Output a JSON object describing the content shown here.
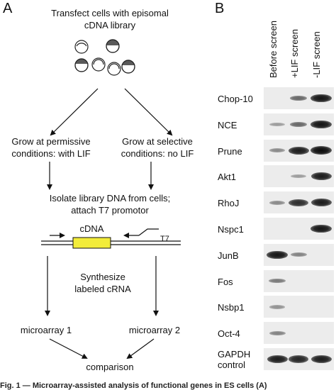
{
  "panel_a": {
    "letter": "A",
    "step_transfect": [
      "Transfect cells with episomal",
      "cDNA library"
    ],
    "branch_left": [
      "Grow at permissive",
      "conditions: with LIF"
    ],
    "branch_right": [
      "Grow at selective",
      "conditions: no LIF"
    ],
    "step_isolate": [
      "Isolate library DNA from cells;",
      "attach T7 promotor"
    ],
    "cdna_label": "cDNA",
    "t7_label": "T7",
    "step_synthesize": [
      "Synthesize",
      "labeled cRNA"
    ],
    "microarray_left": "microarray 1",
    "microarray_right": "microarray 2",
    "comparison": "comparison",
    "colors": {
      "cdna_box": "#f2ec3a",
      "cell_dark": "#555555"
    }
  },
  "panel_b": {
    "letter": "B",
    "columns": [
      "Before screen",
      "+LIF screen",
      "-LIF screen"
    ],
    "genes": [
      {
        "label": "Chop-10",
        "bands": [
          0,
          0.45,
          0.95
        ]
      },
      {
        "label": "NCE",
        "bands": [
          0.15,
          0.45,
          0.95
        ]
      },
      {
        "label": "Prune",
        "bands": [
          0.25,
          0.9,
          1.0
        ]
      },
      {
        "label": "Akt1",
        "bands": [
          0,
          0.15,
          0.9
        ]
      },
      {
        "label": "RhoJ",
        "bands": [
          0.25,
          0.8,
          0.9
        ]
      },
      {
        "label": "Nspc1",
        "bands": [
          0,
          0,
          0.95
        ]
      },
      {
        "label": "JunB",
        "bands": [
          0.95,
          0.3,
          0
        ]
      },
      {
        "label": "Fos",
        "bands": [
          0.35,
          0,
          0
        ]
      },
      {
        "label": "Nsbp1",
        "bands": [
          0.2,
          0,
          0
        ]
      },
      {
        "label": "Oct-4",
        "bands": [
          0.3,
          0,
          0
        ]
      },
      {
        "label": "GAPDH\ncontrol",
        "bands": [
          0.9,
          0.85,
          0.9
        ]
      }
    ]
  },
  "caption": "Fig. 1 — Microarray-assisted analysis of functional genes in ES cells (A)"
}
